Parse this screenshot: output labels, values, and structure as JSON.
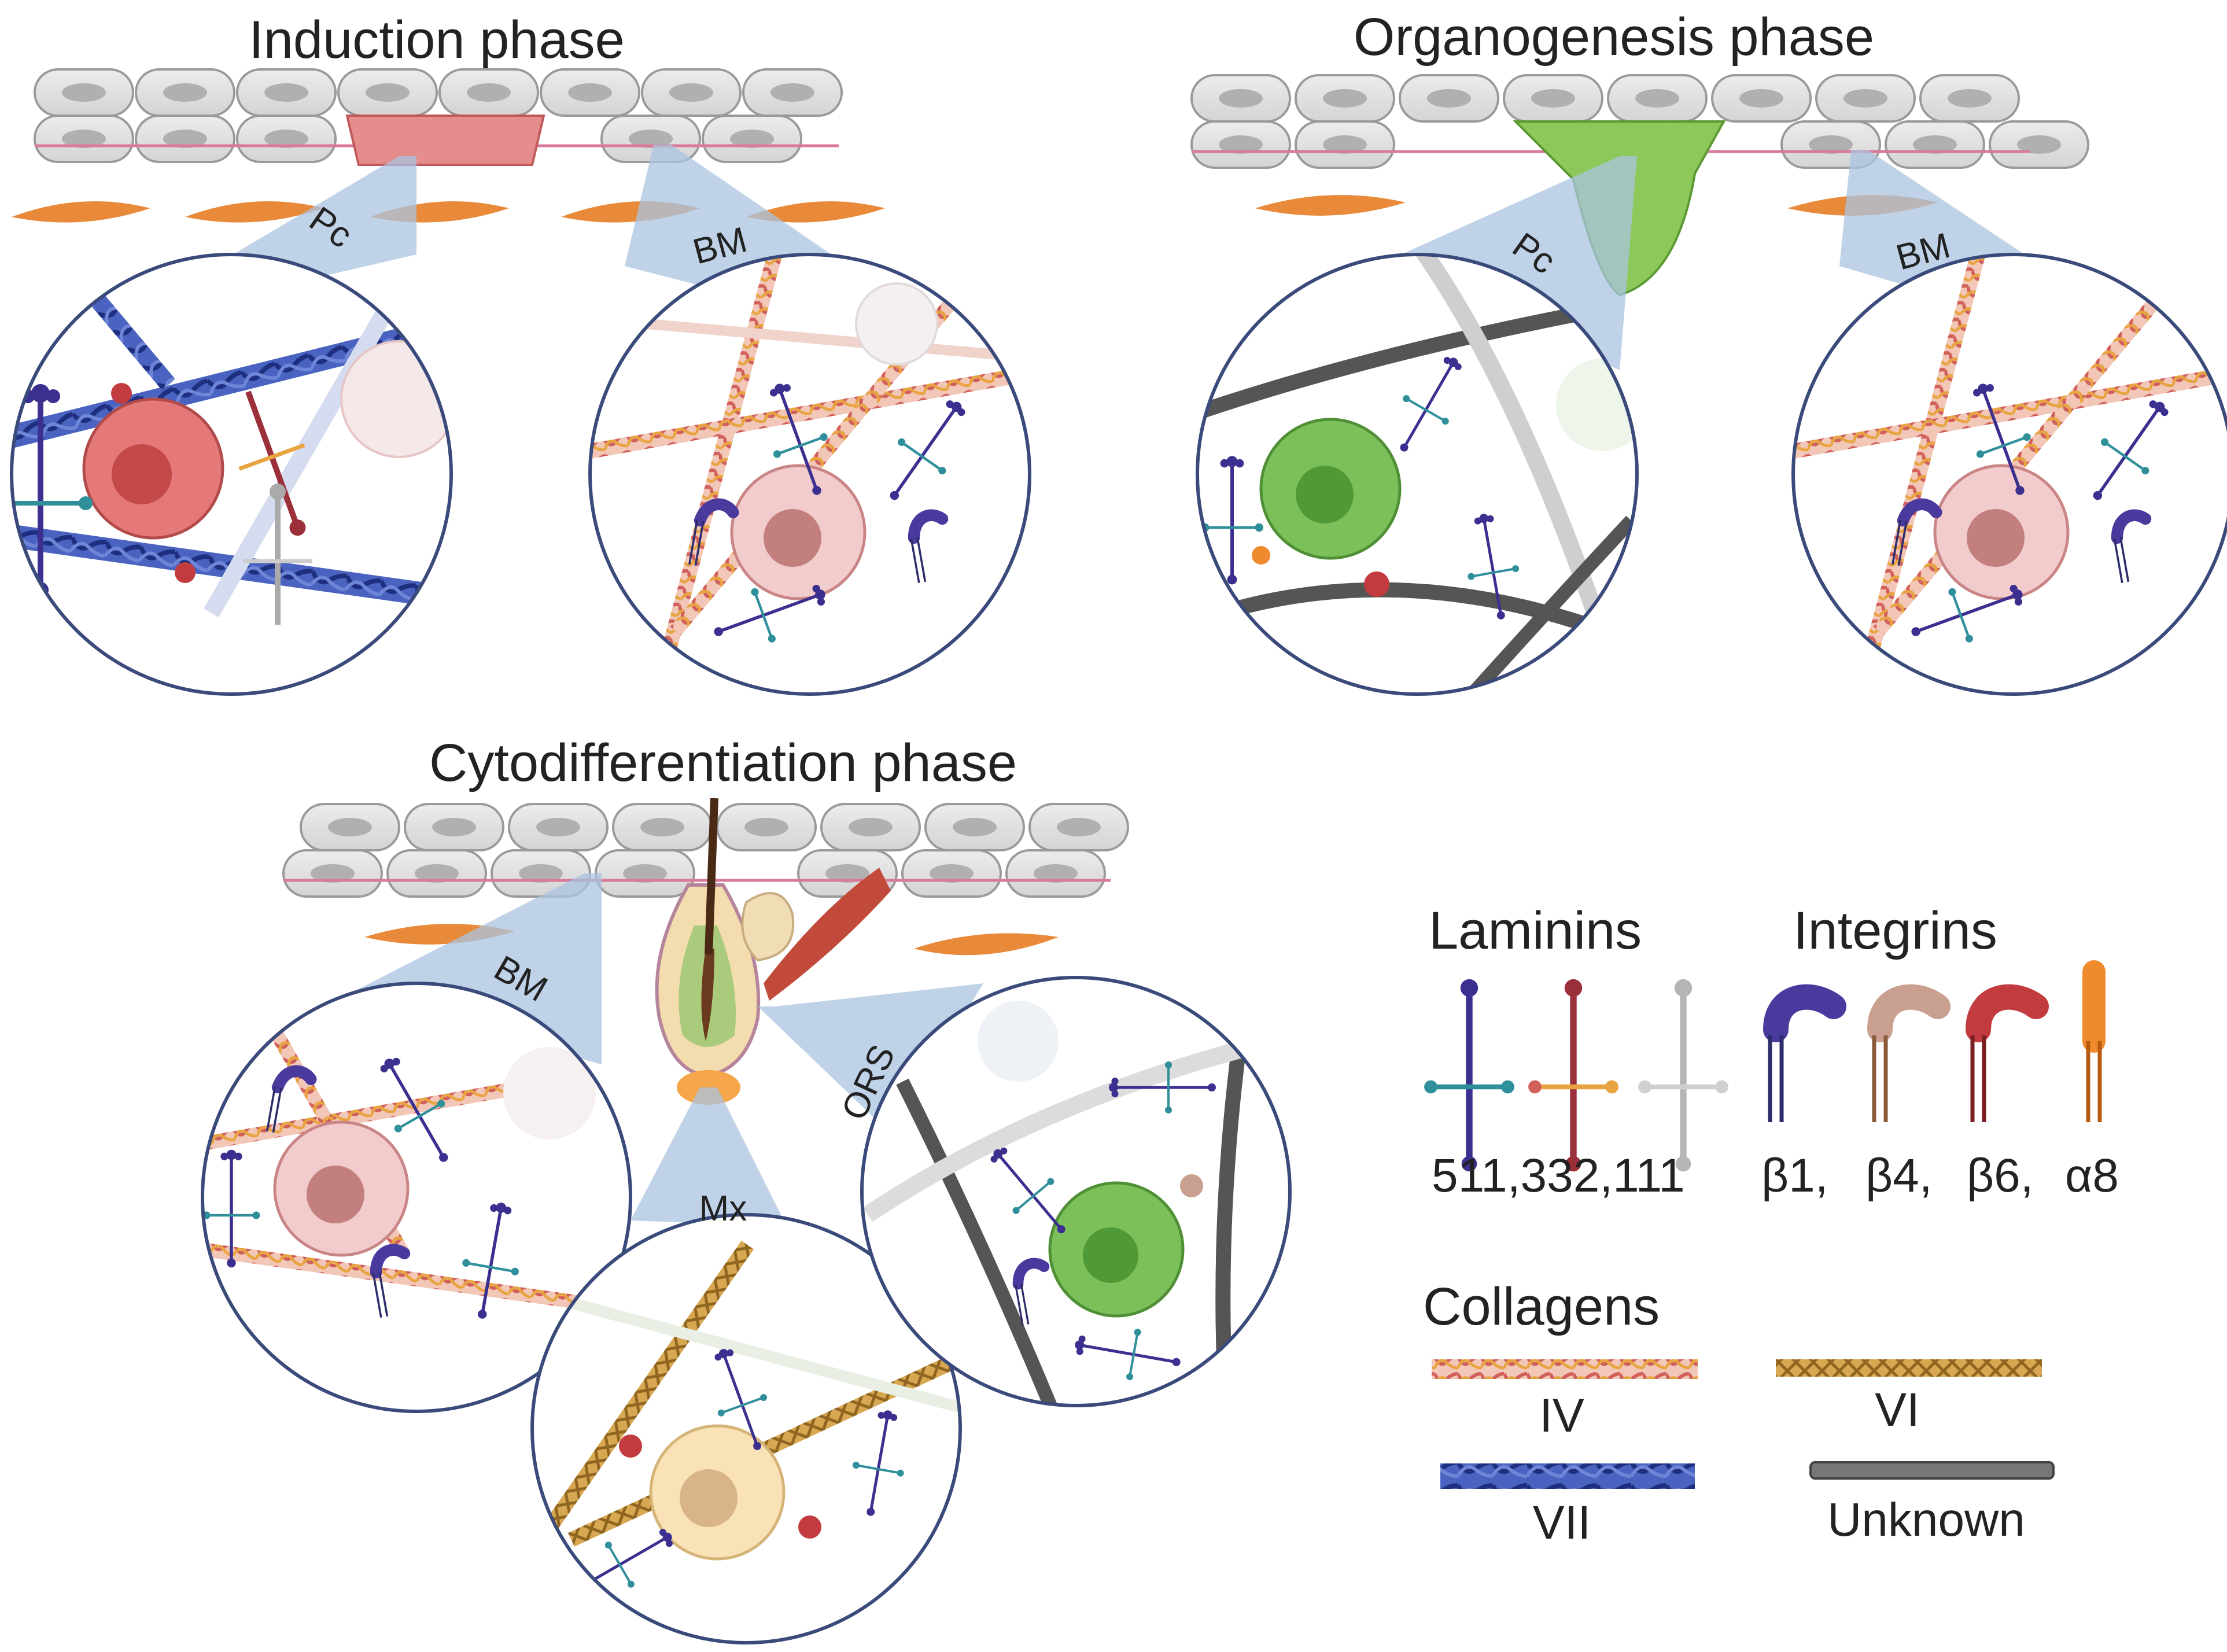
{
  "phases": {
    "induction": {
      "title": "Induction phase",
      "zoom_left": "Pc",
      "zoom_right": "BM",
      "placode_color": "#e58c8c"
    },
    "organogenesis": {
      "title": "Organogenesis phase",
      "zoom_left": "Pc",
      "zoom_right": "BM",
      "placode_color": "#8cc95a"
    },
    "cytodifferentiation": {
      "title": "Cytodifferentiation  phase",
      "zoom_left": "BM",
      "zoom_middle": "Mx",
      "zoom_right": "ORS"
    }
  },
  "legend": {
    "laminins": {
      "heading": "Laminins",
      "values": "511,332,111",
      "colors": [
        "#3b2f8f",
        "#9b2f3a",
        "#b5b5b5"
      ]
    },
    "integrins": {
      "heading": "Integrins",
      "b1": "β1,",
      "b4": "β4,",
      "b6": "β6,",
      "a8": "α8",
      "colors": [
        "#4b3a9e",
        "#c9a08f",
        "#c23b3e",
        "#f08a2e"
      ]
    },
    "collagens": {
      "heading": "Collagens",
      "iv": "IV",
      "vi": "VI",
      "vii": "VII",
      "unknown": "Unknown",
      "colors": {
        "iv": "#e07a6a",
        "vi": "#b88a2e",
        "vii": "#2f4aa8",
        "unknown": "#666666"
      }
    }
  }
}
